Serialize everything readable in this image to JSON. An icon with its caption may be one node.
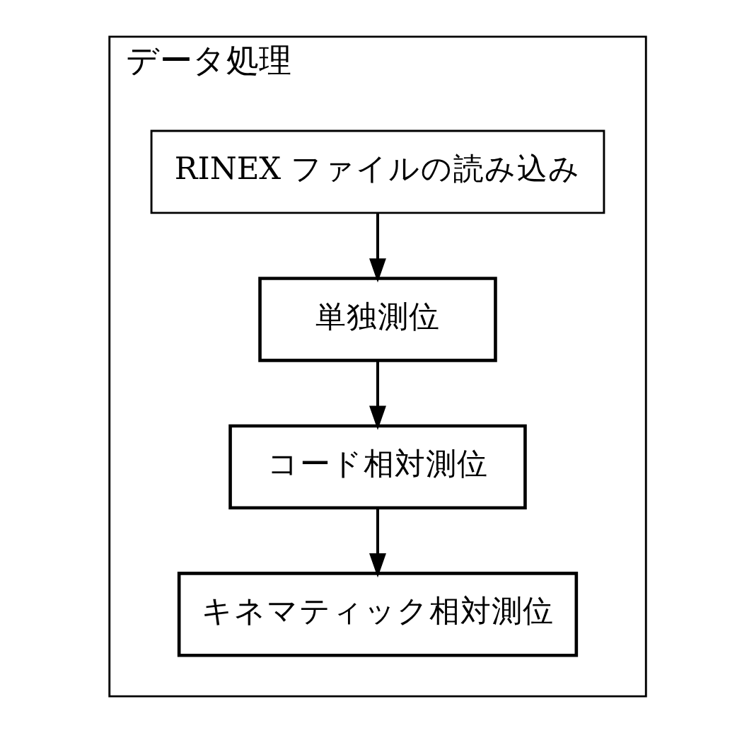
{
  "diagram": {
    "nodes": [
      {
        "text": [
          "データ処理"
        ]
      },
      {
        "text": [
          "RINEX ファイルの読み込み"
        ],
        "in": 0
      },
      {
        "text": [
          "単独測位"
        ],
        "in": 0
      },
      {
        "text": [
          "コード相対測位"
        ],
        "in": 0
      },
      {
        "text": [
          "キネマティック相対測位"
        ],
        "in": 0
      }
    ],
    "edges": [
      {
        "from": 1,
        "to": 2,
        "arrow": "to"
      },
      {
        "from": 2,
        "to": 3,
        "arrow": "to"
      },
      {
        "from": 3,
        "to": 4,
        "arrow": "to"
      }
    ]
  }
}
